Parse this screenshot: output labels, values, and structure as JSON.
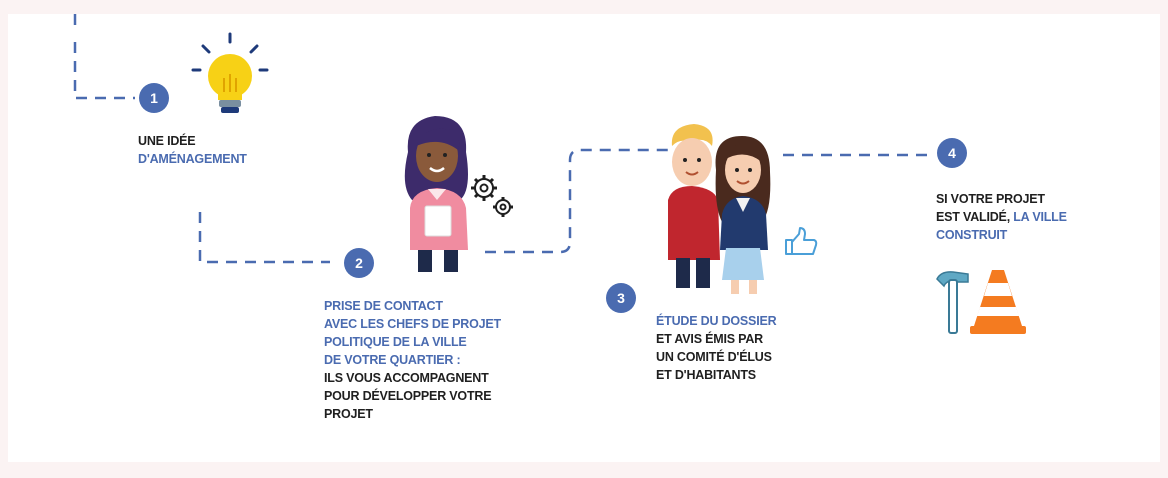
{
  "steps": [
    {
      "number": "1",
      "icon": "lightbulb-icon",
      "lines": [
        {
          "text": "UNE IDÉE",
          "color": "dark"
        },
        {
          "text": "D'AMÉNAGEMENT",
          "color": "blue"
        }
      ]
    },
    {
      "number": "2",
      "icon": "project-manager-icon",
      "lines": [
        {
          "text": "PRISE DE CONTACT",
          "color": "blue"
        },
        {
          "text": "AVEC LES CHEFS DE PROJET",
          "color": "blue"
        },
        {
          "text": "POLITIQUE DE LA VILLE",
          "color": "blue"
        },
        {
          "text": "DE VOTRE QUARTIER :",
          "color": "blue"
        },
        {
          "text": "ILS VOUS ACCOMPAGNENT",
          "color": "dark"
        },
        {
          "text": "POUR DÉVELOPPER VOTRE",
          "color": "dark"
        },
        {
          "text": "PROJET",
          "color": "dark"
        }
      ]
    },
    {
      "number": "3",
      "icon": "committee-icon",
      "lines": [
        {
          "text": "ÉTUDE DU DOSSIER",
          "color": "blue"
        },
        {
          "text": "ET AVIS ÉMIS PAR",
          "color": "dark"
        },
        {
          "text": "UN COMITÉ D'ÉLUS",
          "color": "dark"
        },
        {
          "text": "ET D'HABITANTS",
          "color": "dark"
        }
      ]
    },
    {
      "number": "4",
      "icon": "construction-icon",
      "line_parts": [
        [
          {
            "text": "SI VOTRE PROJET",
            "color": "dark"
          }
        ],
        [
          {
            "text": "EST VALIDÉ, ",
            "color": "dark"
          },
          {
            "text": "LA VILLE",
            "color": "blue"
          }
        ],
        [
          {
            "text": "CONSTRUIT",
            "color": "blue"
          }
        ]
      ]
    }
  ],
  "colors": {
    "accent_blue": "#4a6bb0",
    "text_dark": "#1f1f1f",
    "cone_orange": "#f47b20",
    "bulb_yellow": "#f7d116"
  }
}
